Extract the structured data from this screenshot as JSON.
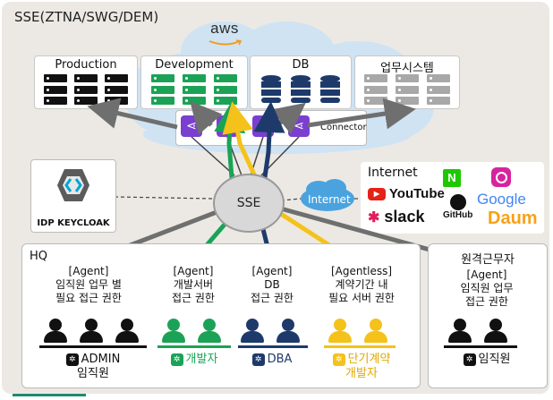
{
  "title": "SSE(ZTNA/SWG/DEM)",
  "aws_label": "aws",
  "cards": [
    {
      "label": "Production",
      "icon": "server-icon",
      "color": "#111111"
    },
    {
      "label": "Development",
      "icon": "server-icon",
      "color": "#1aa356"
    },
    {
      "label": "DB",
      "icon": "database-icon",
      "color": "#1e3a6b"
    },
    {
      "label": "업무시스템",
      "icon": "server-icon",
      "color": "#a8a8a8"
    }
  ],
  "connector_label": "Connector",
  "idp_label": "IDP KEYCLOAK",
  "sse_label": "SSE",
  "internet_cloud_label": "Internet",
  "internet": {
    "title": "Internet",
    "services": [
      "YouTube",
      "slack",
      "GitHub",
      "Google",
      "Daum"
    ],
    "naver_letter": "N"
  },
  "hq": {
    "label": "HQ",
    "groups": [
      {
        "line1": "[Agent]",
        "line2": "임직원 업무 별",
        "line3": "필요 접근 권한",
        "name": "ADMIN",
        "name2": "임직원",
        "color": "#111111"
      },
      {
        "line1": "[Agent]",
        "line2": "개발서버",
        "line3": "접근 권한",
        "name": "개발자",
        "name2": "",
        "color": "#1aa356"
      },
      {
        "line1": "[Agent]",
        "line2": "DB",
        "line3": "접근 권한",
        "name": "DBA",
        "name2": "",
        "color": "#1e3a6b"
      },
      {
        "line1": "[Agentless]",
        "line2": "계약기간 내",
        "line3": "필요 서버 권한",
        "name": "단기계약",
        "name2": "개발자",
        "color": "#f4c21a"
      }
    ]
  },
  "remote": {
    "label": "원격근무자",
    "line1": "[Agent]",
    "line2": "임직원 업무",
    "line3": "접근 권한",
    "name": "임직원",
    "color": "#111111"
  },
  "colors": {
    "accent_purple": "#7a3fd0",
    "line_gray": "#6f6f6f",
    "line_green": "#1aa356",
    "line_navy": "#1e3a6b",
    "line_yellow": "#f4c21a",
    "cloud_blue": "#cfe3f3"
  }
}
